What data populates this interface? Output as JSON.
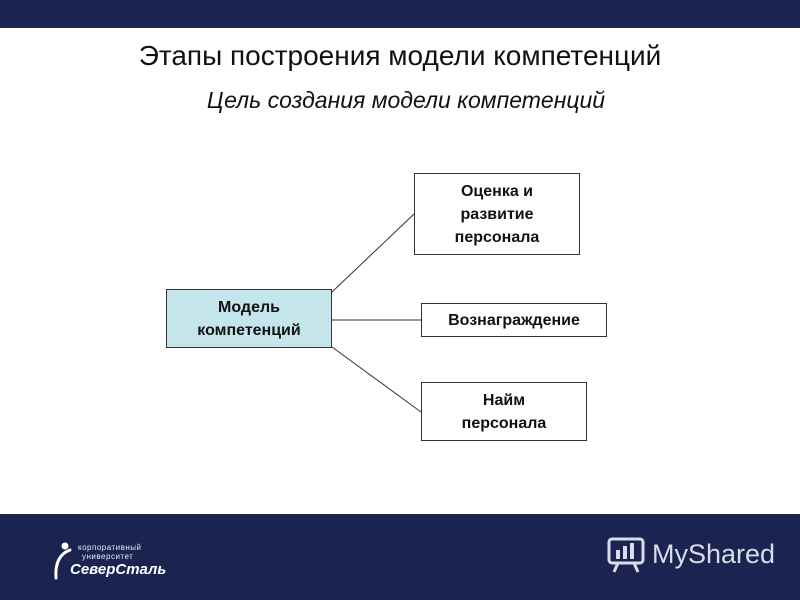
{
  "slide": {
    "title": "Этапы построения модели компетенций",
    "subtitle": "Цель создания модели компетенций"
  },
  "diagram": {
    "center": "Модель\nкомпетенций",
    "targets": [
      "Оценка и\nразвитие\nперсонала",
      "Вознаграждение",
      "Найм\nперсонала"
    ]
  },
  "footer": {
    "logo_line1": "корпоративный",
    "logo_line2": "университет",
    "logo_brand": "СеверСталь",
    "watermark": "MyShared"
  },
  "colors": {
    "bar": "#1b2351",
    "center_box": "#c5e5ec",
    "connector": "#333333"
  }
}
